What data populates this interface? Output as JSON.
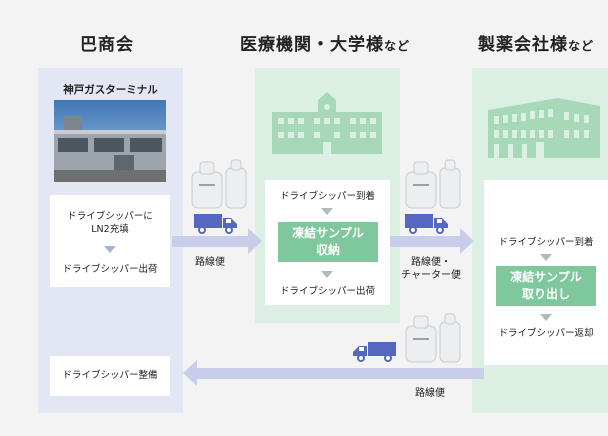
{
  "columns": {
    "col1_title": "巴商会",
    "col2_title": "医療機関・大学様",
    "col2_suffix": "など",
    "col3_title": "製薬会社様",
    "col3_suffix": "など"
  },
  "panel1": {
    "location": "神戸ガスターミナル",
    "step1_line1": "ドライブシッパーに",
    "step1_line2": "LN2充填",
    "step2": "ドライブシッパー出荷",
    "maintenance": "ドライブシッパー整備"
  },
  "panel2": {
    "step1": "ドライブシッパー到着",
    "badge_line1": "凍結サンプル",
    "badge_line2": "収納",
    "step3": "ドライブシッパー出荷"
  },
  "panel3": {
    "step1": "ドライブシッパー到着",
    "badge_line1": "凍結サンプル",
    "badge_line2": "取り出し",
    "step3": "ドライブシッパー返却"
  },
  "transport": {
    "route1": "路線便",
    "route2_line1": "路線便・",
    "route2_line2": "チャーター便",
    "route_return": "路線便"
  },
  "colors": {
    "blue_panel": "#e3e6f3",
    "green_panel": "#dcefe3",
    "badge": "#7fc89e",
    "arrow": "#c8cde9",
    "truck": "#5468c2"
  }
}
